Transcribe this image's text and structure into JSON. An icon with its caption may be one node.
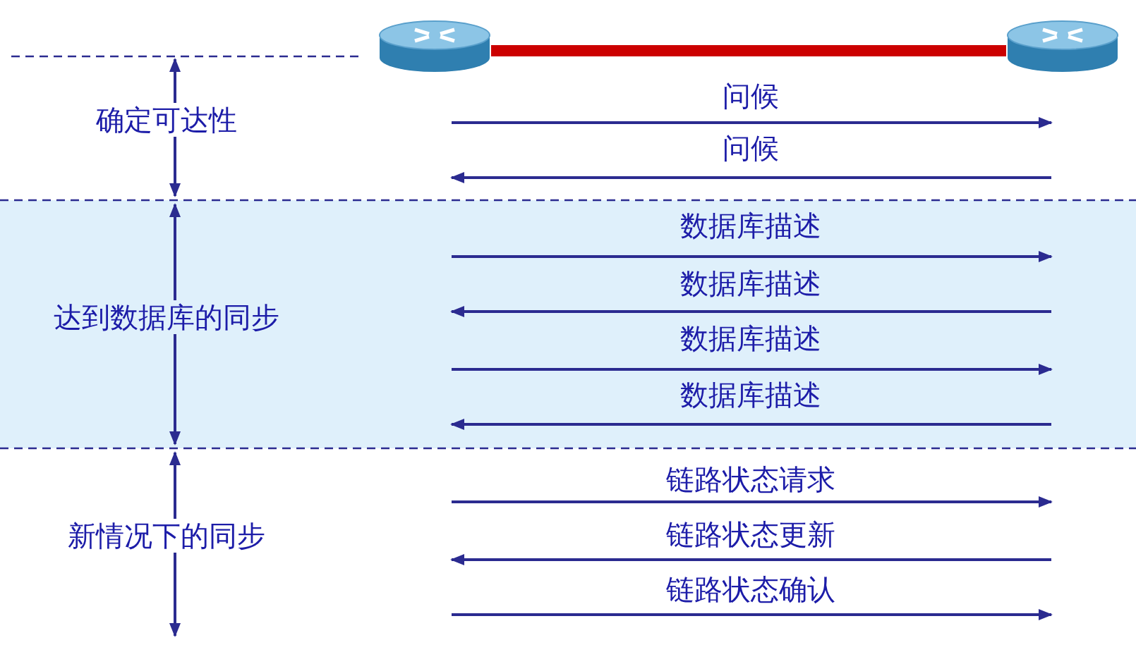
{
  "diagram": {
    "nodes": [
      {
        "text": [],
        "shape": "cylinder"
      },
      {
        "text": [],
        "shape": "cylinder"
      }
    ],
    "edges": [
      {
        "from": 0,
        "to": 1,
        "arrow": "none",
        "color": "#cc0000"
      }
    ],
    "labels": [
      "确定可达性",
      "问候",
      "问候",
      "达到数据库的同步",
      "数据库描述",
      "数据库描述",
      "数据库描述",
      "数据库描述",
      "新情况下的同步",
      "链路状态请求",
      "链路状态更新",
      "链路状态确认"
    ]
  }
}
